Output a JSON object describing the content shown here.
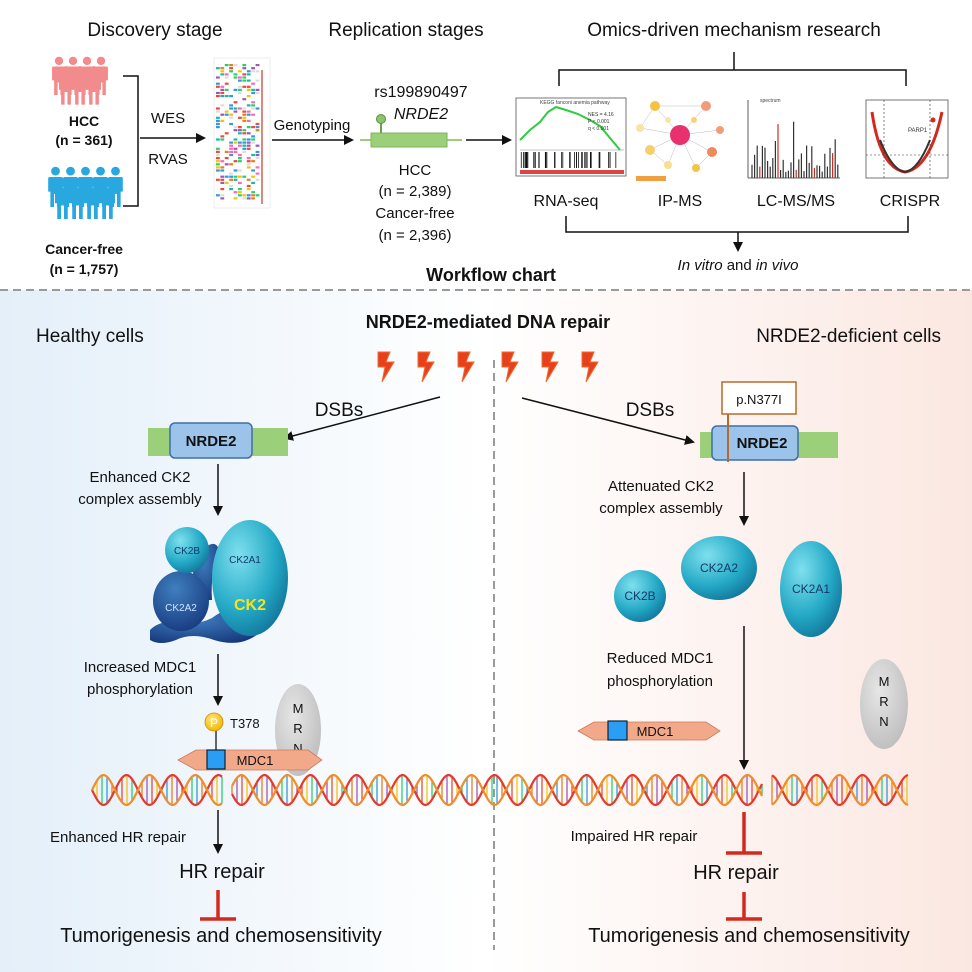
{
  "workflow": {
    "stage1_title": "Discovery stage",
    "stage2_title": "Replication stages",
    "stage3_title": "Omics-driven mechanism research",
    "hcc_label": "HCC",
    "hcc_n": "(n = 361)",
    "cf_label": "Cancer-free",
    "cf_n": "(n = 1,757)",
    "wes": "WES",
    "rvas": "RVAS",
    "genotyping": "Genotyping",
    "snp": "rs199890497",
    "gene": "NRDE2",
    "rep_hcc": "HCC",
    "rep_hcc_n": "(n = 2,389)",
    "rep_cf": "Cancer-free",
    "rep_cf_n": "(n = 2,396)",
    "omics": [
      "RNA-seq",
      "IP-MS",
      "LC-MS/MS",
      "CRISPR"
    ],
    "invitro_1": "In vitro",
    "invitro_2": " and ",
    "invitro_3": "in vivo",
    "chart_title": "Workflow chart"
  },
  "mechanism": {
    "title": "NRDE2-mediated DNA repair",
    "healthy_title": "Healthy cells",
    "deficient_title": "NRDE2-deficient cells",
    "dsbs": "DSBs",
    "nrde2": "NRDE2",
    "mutation": "p.N377I",
    "enhanced_ck2_1": "Enhanced CK2",
    "enhanced_ck2_2": "complex assembly",
    "attenuated_ck2_1": "Attenuated CK2",
    "attenuated_ck2_2": "complex assembly",
    "ck2b": "CK2B",
    "ck2a1": "CK2A1",
    "ck2a2": "CK2A2",
    "ck2": "CK2",
    "increased_mdc1_1": "Increased MDC1",
    "increased_mdc1_2": "phosphorylation",
    "reduced_mdc1_1": "Reduced MDC1",
    "reduced_mdc1_2": "phosphorylation",
    "p": "P",
    "t378": "T378",
    "mdc1": "MDC1",
    "mrn": [
      "M",
      "R",
      "N"
    ],
    "enhanced_hr": "Enhanced HR repair",
    "impaired_hr": "Impaired HR repair",
    "hr_repair": "HR repair",
    "outcome": "Tumorigenesis and chemosensitivity"
  },
  "colors": {
    "hcc_red": "#f28b8b",
    "cf_blue": "#29a8e0",
    "green_bar": "#9ccf7a",
    "nrde2_blue": "#9cc3ea",
    "inhibit_red": "#d22a1e",
    "mdc1_salmon": "#f2a98a",
    "mrn_gray": "#c8c8c8"
  }
}
